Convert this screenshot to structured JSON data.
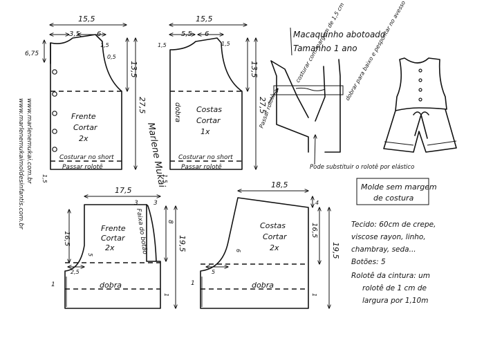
{
  "header": {
    "title_line1": "Macaquinho abotoado",
    "title_line2": "Tamanho 1 ano"
  },
  "website_line1": "www.marlenemukai.com.br",
  "website_line2": "www.marlenemukaimoldesinfantis.com.br",
  "signature": "Marlene Mukai",
  "front_bodice": {
    "width": "15,5",
    "neck_width": "3,5",
    "shoulder_width": "6",
    "neck_drop": "6,75",
    "shoulder_drop": "1,5",
    "armhole_depth": "13,5",
    "length": "27,5",
    "armhole_offset": "0,5",
    "hem_ext": "1,5",
    "name": "Frente",
    "cut_label": "Cortar",
    "qty": "2x",
    "note1": "Costurar no short",
    "note2": "Passar rolotê"
  },
  "back_bodice": {
    "width": "15,5",
    "neck_width": "5,5",
    "shoulder_width": "6",
    "neck_drop": "1,5",
    "shoulder_drop": "1,5",
    "armhole_depth": "13,5",
    "length": "27,5",
    "hem_ext": "1,5",
    "fold": "dobra",
    "name": "Costas",
    "cut_label": "Cortar",
    "qty": "1x",
    "note1": "Costurar no short",
    "note2": "Passar rolotê"
  },
  "front_short": {
    "width": "17,5",
    "side_width": "3",
    "facing_width": "3",
    "rise": "16,5",
    "crotch_depth": "5",
    "crotch_ext": "2,5",
    "length": "19,5",
    "cuff": "8",
    "hem_ext": "1",
    "hem_ext2": "1",
    "name": "Frente",
    "cut_label": "Cortar",
    "qty": "2x",
    "facing_label": "Faixa do botão",
    "fold": "dobra"
  },
  "back_short": {
    "width": "18,5",
    "waist_rise": "4",
    "rise": "16,5",
    "crotch_depth": "6",
    "crotch_ext": "5",
    "length": "19,5",
    "hem_ext": "1",
    "hem_ext2": "1",
    "name": "Costas",
    "cut_label": "Cortar",
    "qty": "2x",
    "fold": "dobra"
  },
  "annotations": {
    "stitch": "costurar com margem de 1,5 cm",
    "fold_inside": "dobrar para baixo e pespontar no avesso",
    "rolote": "Passar rolotê",
    "substitute": "Pode substituir o rolotê por elástico"
  },
  "info": {
    "box_line1": "Molde sem margem",
    "box_line2": "de costura",
    "fabric_line1": "Tecido: 60cm de crepe,",
    "fabric_line2": "viscose rayon, linho,",
    "fabric_line3": "chambray, seda...",
    "buttons": "Botões: 5",
    "waist_line1": "Rolotê da cintura: um",
    "waist_line2": "rolotê de 1 cm de",
    "waist_line3": "largura por 1,10m"
  }
}
